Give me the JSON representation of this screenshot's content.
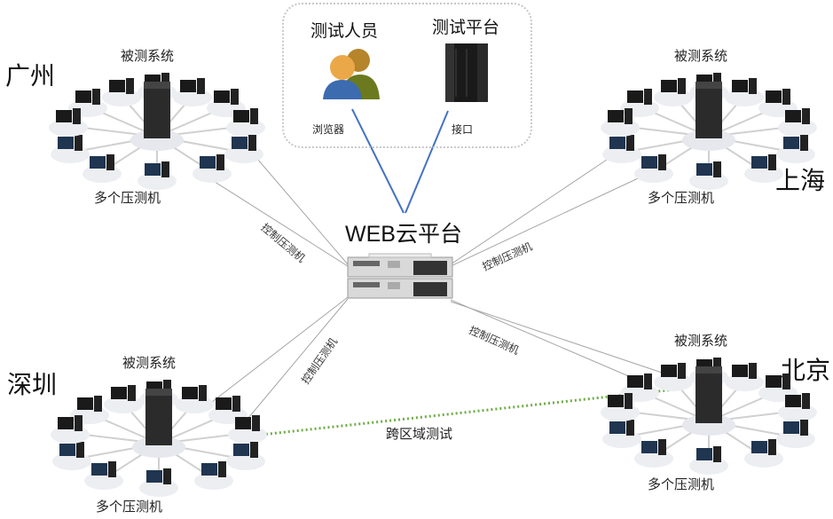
{
  "group": {
    "tester_label": "测试人员",
    "platform_label": "测试平台",
    "browser_label": "浏览器",
    "interface_label": "接口"
  },
  "cloud": {
    "title": "WEB云平台"
  },
  "clusters": [
    {
      "city": "广州",
      "system_label": "被测系统",
      "loaders_label": "多个压测机"
    },
    {
      "city": "上海",
      "system_label": "被测系统",
      "loaders_label": "多个压测机"
    },
    {
      "city": "深圳",
      "system_label": "被测系统",
      "loaders_label": "多个压测机"
    },
    {
      "city": "北京",
      "system_label": "被测系统",
      "loaders_label": "多个压测机"
    }
  ],
  "links": {
    "control_label": "控制压测机",
    "cross_region_label": "跨区域测试"
  },
  "colors": {
    "user_link": "#4472c4",
    "control_link": "#a6a6a6",
    "cross_region_link": "#70ad47"
  }
}
